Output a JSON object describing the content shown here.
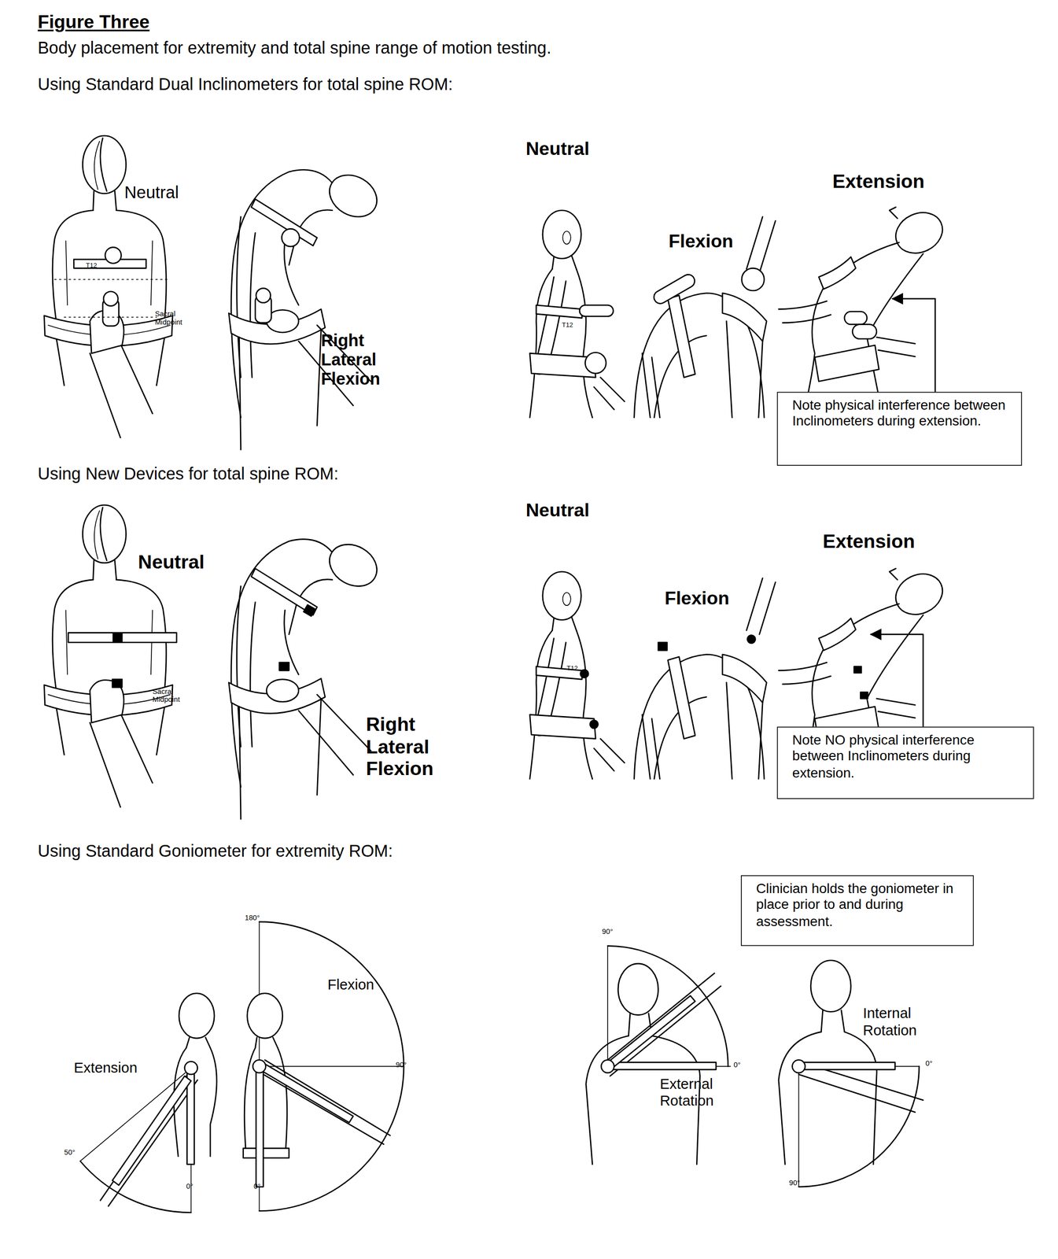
{
  "diagram": {
    "title": "Figure Three",
    "caption": "Body placement for extremity and total spine range of motion testing.",
    "nodes": [
      {
        "text": [
          "Note physical interference between Inclinometers during extension."
        ]
      },
      {
        "text": [
          "Note NO physical interference between Inclinometers during extension."
        ]
      },
      {
        "text": [
          "Clinician holds the goniometer in place prior to and during assessment."
        ]
      }
    ],
    "labels": [
      "Using Standard Dual Inclinometers for total spine ROM:",
      "Neutral",
      "T12",
      "Sacral Midpoint",
      "Right Lateral Flexion",
      "Neutral",
      "T12",
      "Flexion",
      "Extension",
      "Using New Devices for total spine ROM:",
      "Neutral",
      "Sacral Midpoint",
      "Right Lateral Flexion",
      "Neutral",
      "T12",
      "Flexion",
      "Extension",
      "Using Standard Goniometer for extremity ROM:",
      "180°",
      "Flexion",
      "90°",
      "Extension",
      "50°",
      "0°",
      "0°",
      "90°",
      "0°",
      "External Rotation",
      "Internal Rotation",
      "0°",
      "90°"
    ]
  }
}
